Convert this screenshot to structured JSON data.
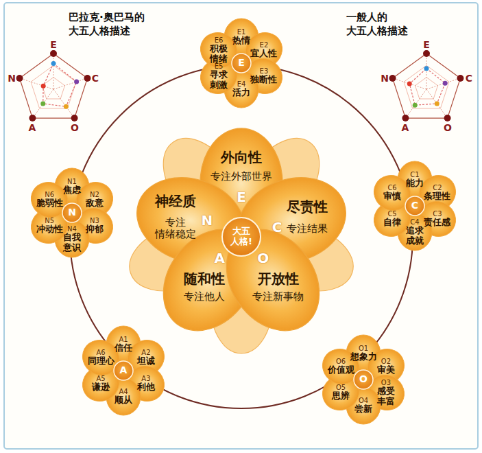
{
  "diagram": {
    "nodes": [
      {
        "text": [
          "E"
        ]
      },
      {
        "text": [
          "E1",
          "热情"
        ],
        "in": 0
      },
      {
        "text": [
          "E2",
          "宜人性"
        ],
        "in": 0
      },
      {
        "text": [
          "E3",
          "独断性"
        ],
        "in": 0
      },
      {
        "text": [
          "E4",
          "活力"
        ],
        "in": 0
      },
      {
        "text": [
          "E5",
          "寻求 刺激"
        ],
        "in": 0
      },
      {
        "text": [
          "E6",
          "积极 情绪"
        ],
        "in": 0
      },
      {
        "text": [
          "N"
        ]
      },
      {
        "text": [
          "N1",
          "焦虑"
        ],
        "in": 7
      },
      {
        "text": [
          "N2",
          "敌意"
        ],
        "in": 7
      },
      {
        "text": [
          "N3",
          "抑郁"
        ],
        "in": 7
      },
      {
        "text": [
          "N4",
          "自我 意识"
        ],
        "in": 7
      },
      {
        "text": [
          "N5",
          "冲动性"
        ],
        "in": 7
      },
      {
        "text": [
          "N6",
          "脆弱性"
        ],
        "in": 7
      },
      {
        "text": [
          "大五 人格!"
        ]
      },
      {
        "text": [
          "外向性",
          "专注外部世界",
          "E"
        ]
      },
      {
        "text": [
          "神经质",
          "N",
          "专注 情绪稳定"
        ]
      },
      {
        "text": [
          "尽责性",
          "C",
          "专注结果"
        ]
      },
      {
        "text": [
          "A",
          "随和性",
          "专注他人"
        ]
      },
      {
        "text": [
          "O",
          "开放性",
          "专注新事物"
        ]
      },
      {
        "text": [
          "C"
        ]
      },
      {
        "text": [
          "C1",
          "能力"
        ],
        "in": 20
      },
      {
        "text": [
          "C2",
          "条理性"
        ],
        "in": 20
      },
      {
        "text": [
          "C3",
          "责任感"
        ],
        "in": 20
      },
      {
        "text": [
          "C4",
          "追求 成就"
        ],
        "in": 20
      },
      {
        "text": [
          "C5",
          "自律"
        ],
        "in": 20
      },
      {
        "text": [
          "C6",
          "审慎"
        ],
        "in": 20
      },
      {
        "text": [
          "A"
        ]
      },
      {
        "text": [
          "A1",
          "信任"
        ],
        "in": 27
      },
      {
        "text": [
          "A2",
          "坦诚"
        ],
        "in": 27
      },
      {
        "text": [
          "A3",
          "利他"
        ],
        "in": 27
      },
      {
        "text": [
          "A4",
          "顺从"
        ],
        "in": 27
      },
      {
        "text": [
          "A5",
          "谦逊"
        ],
        "in": 27
      },
      {
        "text": [
          "A6",
          "同理心"
        ],
        "in": 27
      },
      {
        "text": [
          "O"
        ]
      },
      {
        "text": [
          "O1",
          "想象力"
        ],
        "in": 34
      },
      {
        "text": [
          "O2",
          "审美"
        ],
        "in": 34
      },
      {
        "text": [
          "O3",
          "感受 丰富"
        ],
        "in": 34
      },
      {
        "text": [
          "O4",
          "尝新"
        ],
        "in": 34
      },
      {
        "text": [
          "O5",
          "思辨"
        ],
        "in": 34
      },
      {
        "text": [
          "O6",
          "价值观"
        ],
        "in": 34
      }
    ],
    "labels": [
      "巴拉克·奥巴马的 大五人格描述",
      "E",
      "N",
      "C",
      "A",
      "O",
      "一般人的 大五人格描述",
      "E",
      "N",
      "C",
      "A",
      "O"
    ]
  }
}
